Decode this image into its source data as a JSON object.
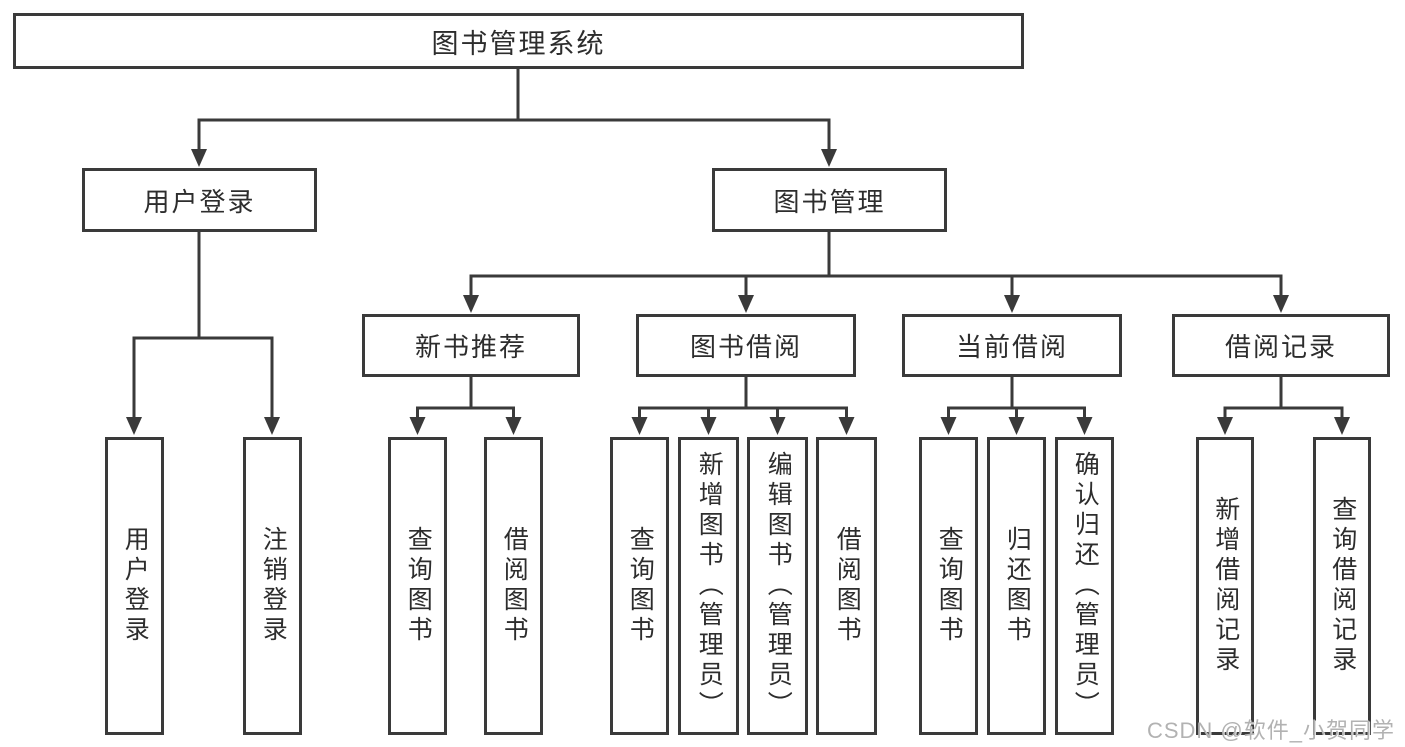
{
  "colors": {
    "background": "#ffffff",
    "line": "#3a3a3a",
    "box_border": "#3a3a3a",
    "text": "#2d2d2d",
    "watermark": "#b2b2b2"
  },
  "root": {
    "label": "图书管理系统"
  },
  "branches": [
    {
      "label": "用户登录",
      "parent": "图书管理系统"
    },
    {
      "label": "图书管理",
      "parent": "图书管理系统"
    }
  ],
  "modules": [
    {
      "label": "新书推荐",
      "parent": "图书管理"
    },
    {
      "label": "图书借阅",
      "parent": "图书管理"
    },
    {
      "label": "当前借阅",
      "parent": "图书管理"
    },
    {
      "label": "借阅记录",
      "parent": "图书管理"
    }
  ],
  "leaves": [
    {
      "label": "用户登录",
      "parent": "用户登录"
    },
    {
      "label": "注销登录",
      "parent": "用户登录"
    },
    {
      "label": "查询图书",
      "parent": "新书推荐"
    },
    {
      "label": "借阅图书",
      "parent": "新书推荐"
    },
    {
      "label": "查询图书",
      "parent": "图书借阅"
    },
    {
      "label": "新增图书（管理员）",
      "parent": "图书借阅"
    },
    {
      "label": "编辑图书（管理员）",
      "parent": "图书借阅"
    },
    {
      "label": "借阅图书",
      "parent": "图书借阅"
    },
    {
      "label": "查询图书",
      "parent": "当前借阅"
    },
    {
      "label": "归还图书",
      "parent": "当前借阅"
    },
    {
      "label": "确认归还（管理员）",
      "parent": "当前借阅"
    },
    {
      "label": "新增借阅记录",
      "parent": "借阅记录"
    },
    {
      "label": "查询借阅记录",
      "parent": "借阅记录"
    }
  ],
  "watermark": "CSDN @软件_小贺同学"
}
